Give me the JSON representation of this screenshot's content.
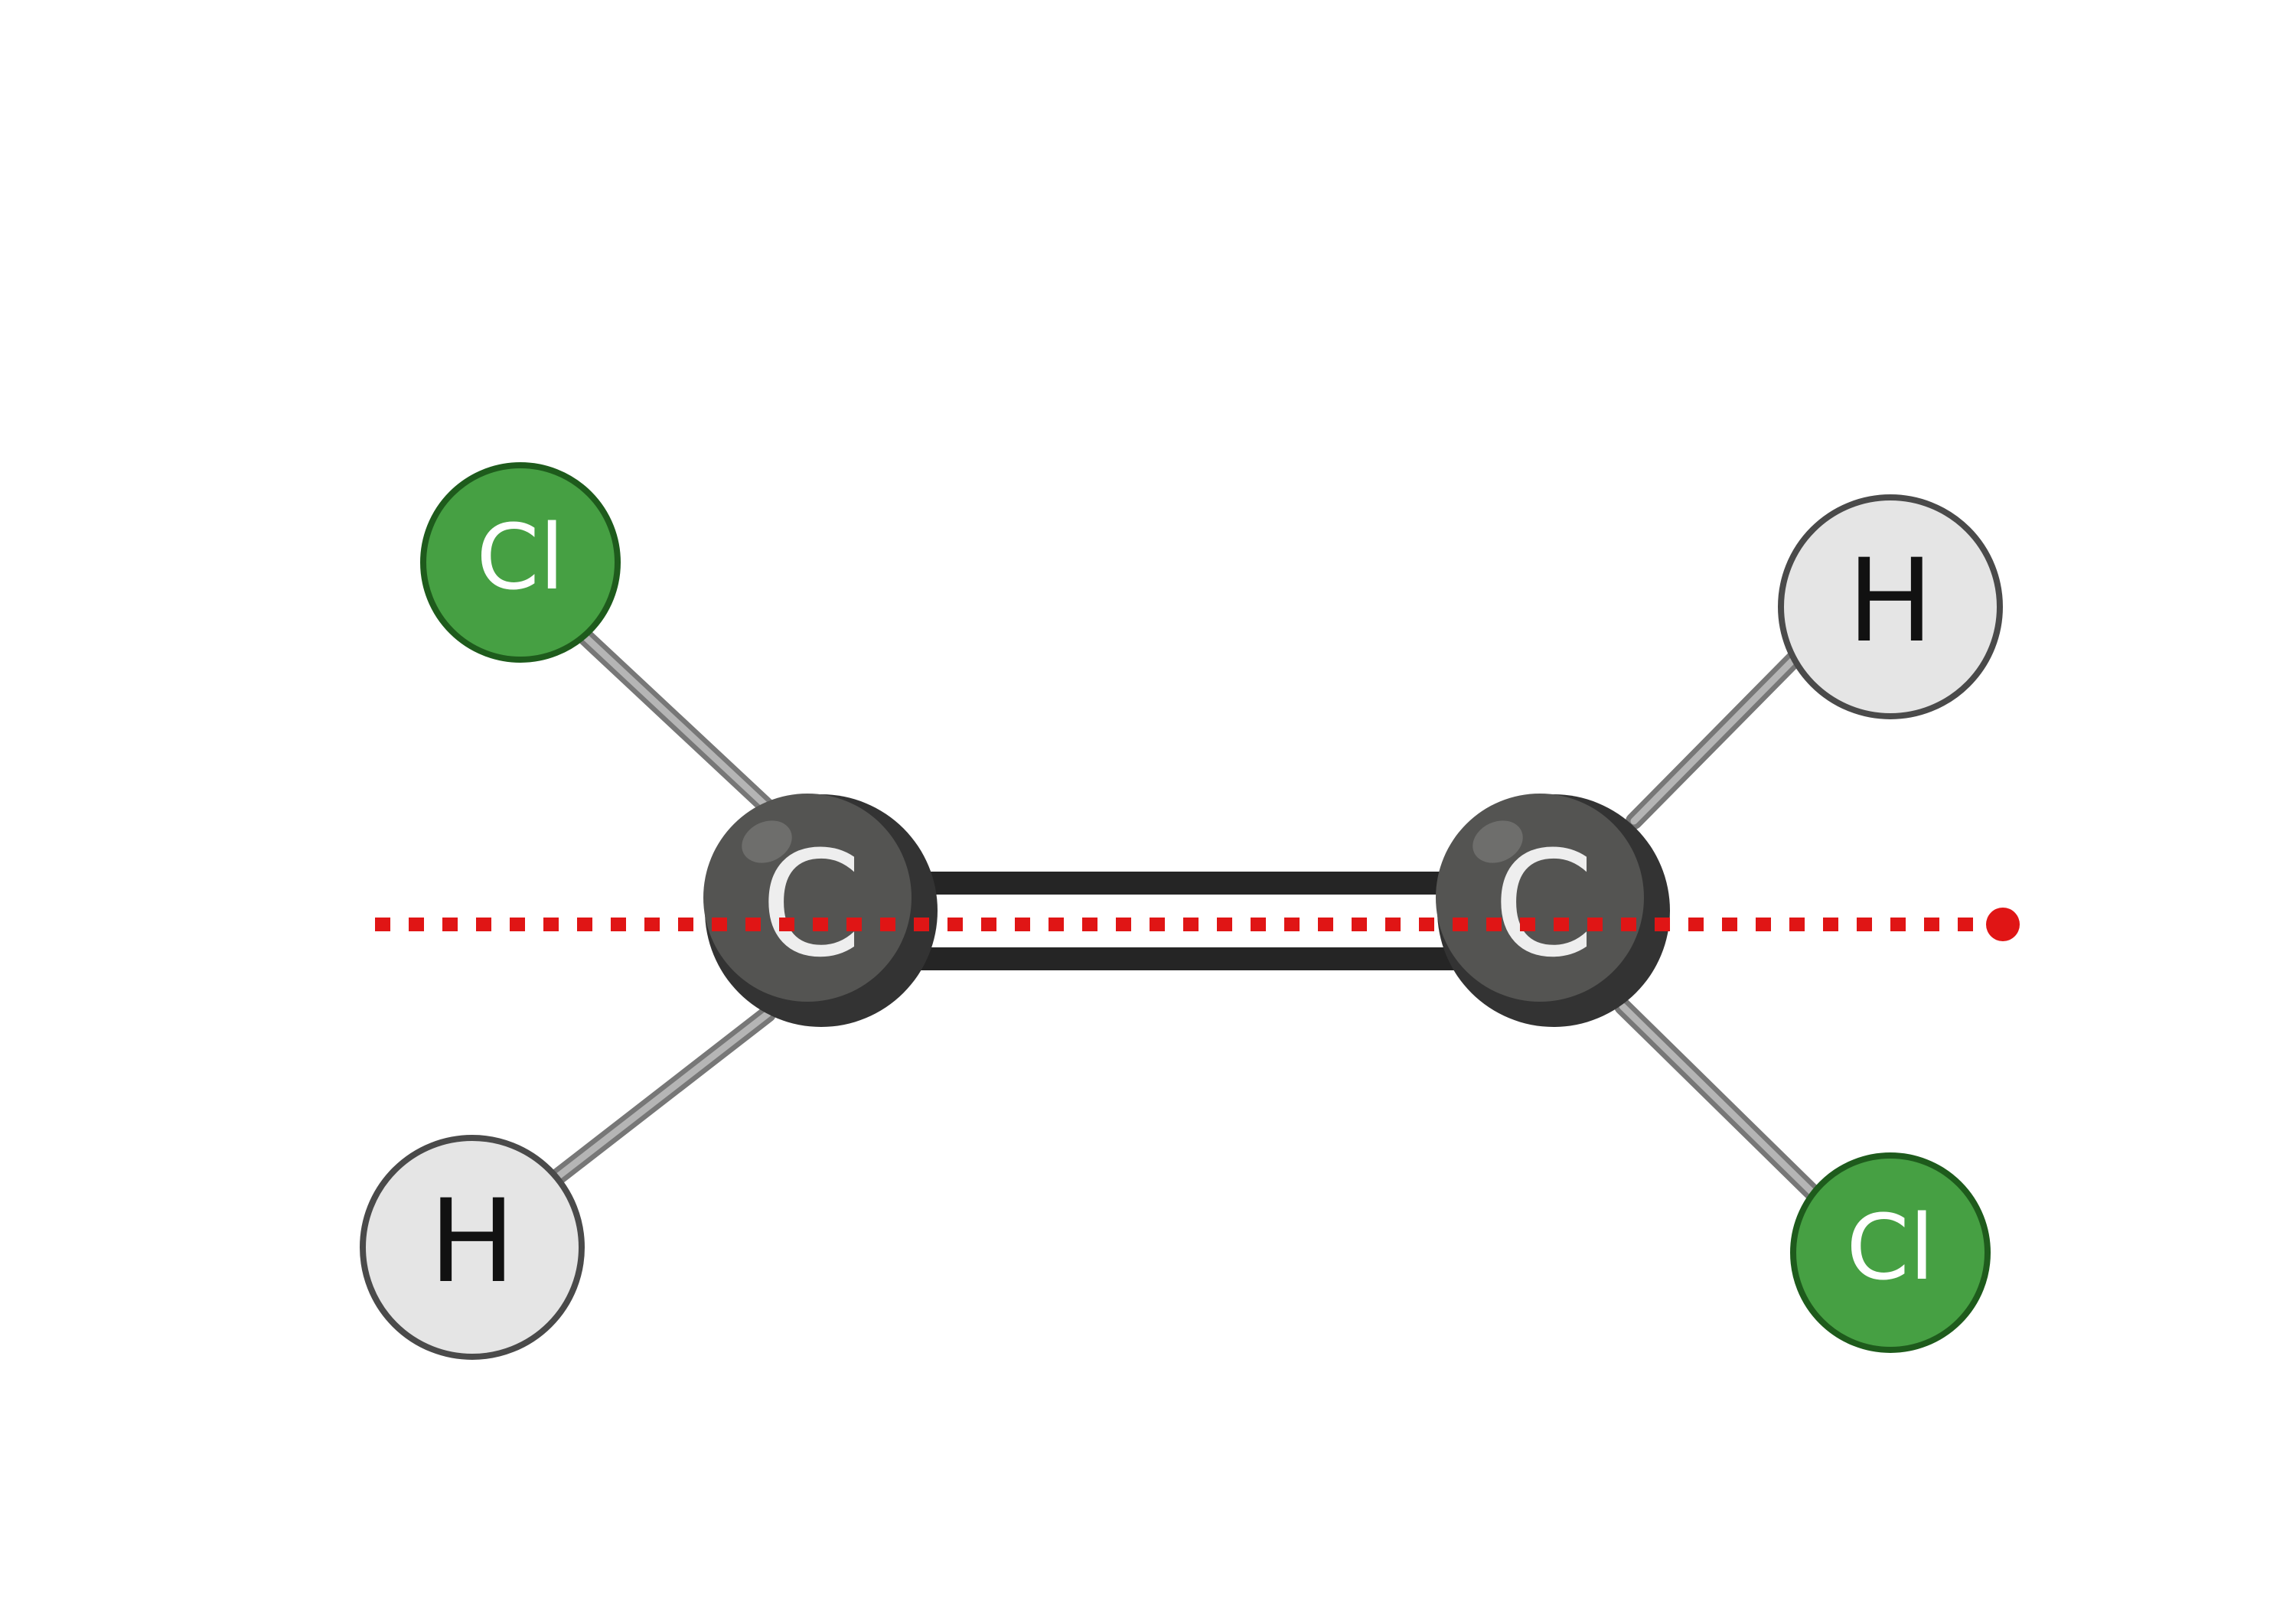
{
  "molecule": {
    "atoms": [
      {
        "id": "c_left",
        "label": "C",
        "element": "carbon"
      },
      {
        "id": "c_right",
        "label": "C",
        "element": "carbon"
      },
      {
        "id": "cl_top",
        "label": "Cl",
        "element": "chlorine"
      },
      {
        "id": "cl_bot",
        "label": "Cl",
        "element": "chlorine"
      },
      {
        "id": "h_top",
        "label": "H",
        "element": "hydrogen"
      },
      {
        "id": "h_bot",
        "label": "H",
        "element": "hydrogen"
      }
    ],
    "bonds": [
      {
        "from": "c_left",
        "to": "c_right",
        "order": 2
      },
      {
        "from": "c_left",
        "to": "cl_top",
        "order": 1
      },
      {
        "from": "c_left",
        "to": "h_bot",
        "order": 1
      },
      {
        "from": "c_right",
        "to": "h_top",
        "order": 1
      },
      {
        "from": "c_right",
        "to": "cl_bot",
        "order": 1
      }
    ]
  },
  "colors": {
    "carbon": "#545452",
    "carbon_shadow": "#333333",
    "chlorine": "#46a043",
    "chlorine_stroke": "#1e5b1c",
    "hydrogen": "#e5e5e5",
    "hydrogen_stroke": "#4a4a4a",
    "double_bond": "#252525",
    "single_bond": "#9a9a9a",
    "axis_line": "#e01515"
  }
}
